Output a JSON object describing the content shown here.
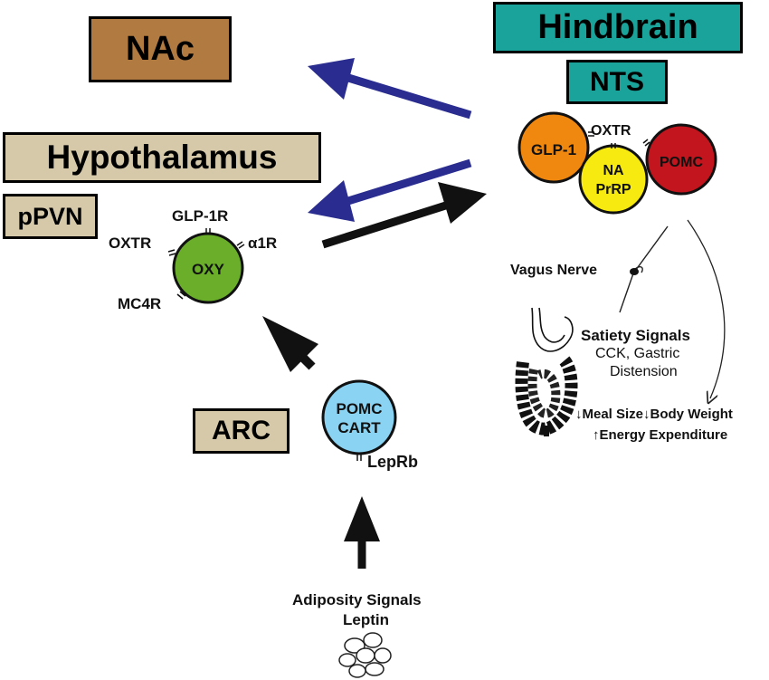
{
  "colors": {
    "nac_fill": "#b07a40",
    "tan_fill": "#d6c9aa",
    "teal_fill": "#1aa39a",
    "blue_arrow": "#2a2d8f",
    "glp1_fill": "#f0870f",
    "pomc_nts_fill": "#c2151d",
    "na_fill": "#f7ea10",
    "oxy_fill": "#6aae2a",
    "pomc_arc_fill": "#8ad3f3"
  },
  "regions": {
    "nac": "NAc",
    "hypothalamus": "Hypothalamus",
    "ppvn": "pPVN",
    "arc": "ARC",
    "hindbrain": "Hindbrain",
    "nts": "NTS"
  },
  "nts_neurons": {
    "glp1": "GLP-1",
    "oxtr": "OXTR",
    "pomc": "POMC",
    "na_line1": "NA",
    "na_line2": "PrRP"
  },
  "oxy_neuron": {
    "label": "OXY",
    "glp1r": "GLP-1R",
    "oxtr": "OXTR",
    "a1r": "α1R",
    "mc4r": "MC4R"
  },
  "arc_neuron": {
    "line1": "POMC",
    "line2": "CART",
    "receptor": "LepRb"
  },
  "labels": {
    "vagus_nerve": "Vagus Nerve",
    "satiety_title": "Satiety Signals",
    "satiety_line2": "CCK, Gastric",
    "satiety_line3": "Distension",
    "outcome_line1": "↓Meal Size↓Body Weight",
    "outcome_line2": "↑Energy Expenditure",
    "adiposity_line1": "Adiposity Signals",
    "adiposity_line2": "Leptin"
  }
}
